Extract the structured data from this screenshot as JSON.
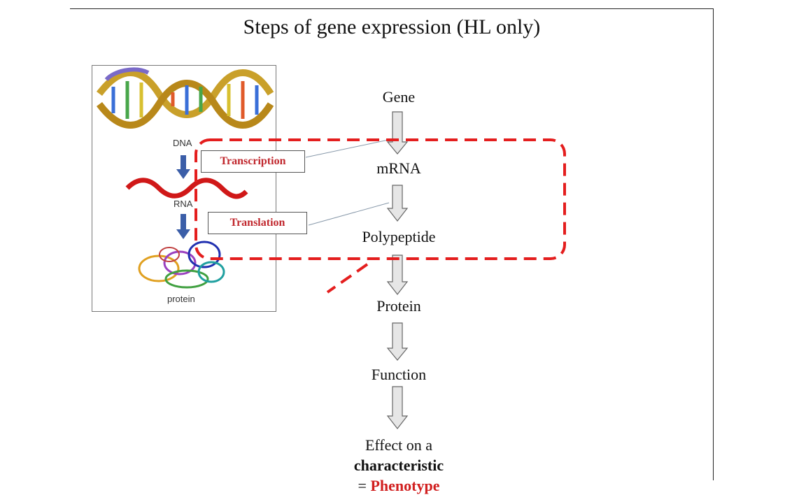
{
  "title": "Steps of gene expression (HL only)",
  "inset": {
    "dna_label": "DNA",
    "rna_label": "RNA",
    "protein_label": "protein"
  },
  "flow": {
    "gene": "Gene",
    "mrna": "mRNA",
    "polypeptide": "Polypeptide",
    "protein": "Protein",
    "function": "Function",
    "effect_line1": "Effect on a",
    "effect_line2": "characteristic",
    "effect_line3_prefix": "= ",
    "effect_line3_emph": "Phenotype"
  },
  "processes": {
    "transcription": "Transcription",
    "translation": "Translation"
  },
  "colors": {
    "highlight_dash": "#e41e1e",
    "process_text": "#c0272d",
    "arrow_fill": "#e6e6e6",
    "inset_arrow": "#3b5ea8",
    "rna_strand": "#d01818"
  }
}
